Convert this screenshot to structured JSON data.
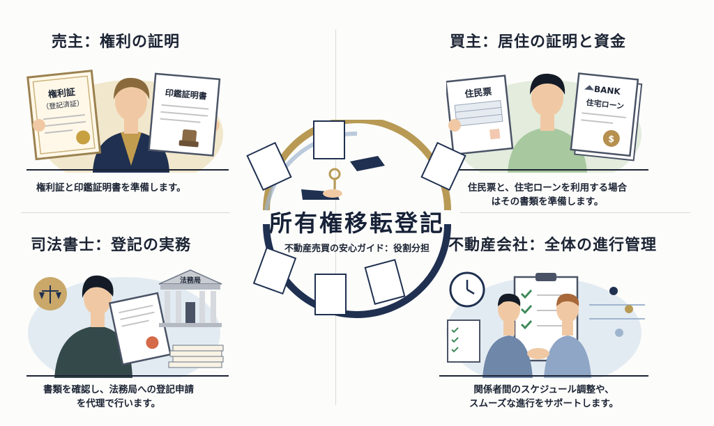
{
  "center": {
    "title": "所有権移転登記",
    "subtitle": "不動産売買の安心ガイド：役割分担"
  },
  "seller": {
    "title": "売主：権利の証明",
    "desc": "権利証と印鑑証明書を準備します。",
    "doc_left_line1": "権利証",
    "doc_left_line2": "（登記済証）",
    "doc_right": "印鑑証明書"
  },
  "buyer": {
    "title": "買主：居住の証明と資金",
    "desc_line1": "住民票と、住宅ローンを利用する場合",
    "desc_line2": "はその書類を準備します。",
    "doc_left": "住民票",
    "bank_label": "BANK",
    "loan_label": "住宅ローン"
  },
  "scrivener": {
    "title": "司法書士：登記の実務",
    "desc_line1": "書類を確認し、法務局への登記申請",
    "desc_line2": "を代理で行います。",
    "building_label": "法務局"
  },
  "agency": {
    "title": "不動産会社：全体の進行管理",
    "desc_line1": "関係者間のスケジュール調整や、",
    "desc_line2": "スムーズな進行をサポートします。"
  },
  "colors": {
    "navy": "#1f3050",
    "gold": "#b89a55",
    "green": "#a8c8a0",
    "blue": "#9fb5cf",
    "skin": "#f0c9a4"
  }
}
